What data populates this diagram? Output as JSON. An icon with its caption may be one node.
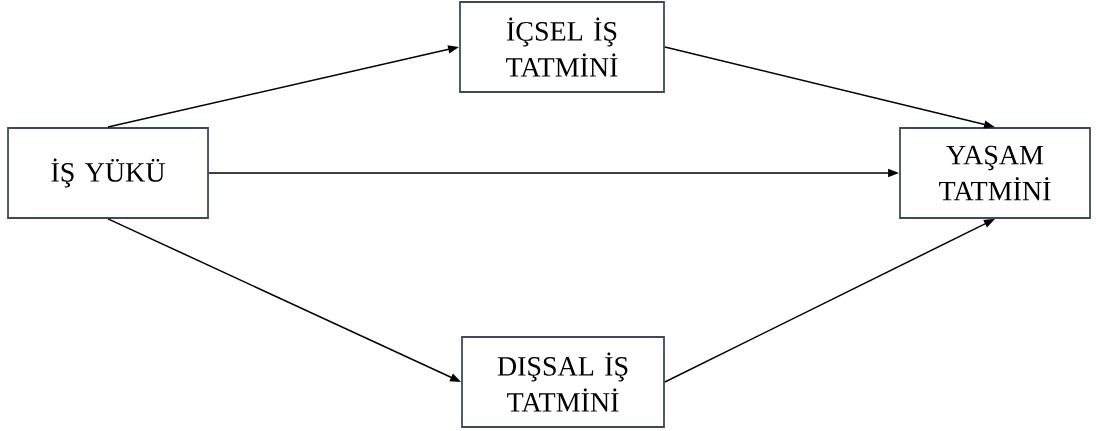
{
  "diagram": {
    "nodes": [
      {
        "text": [
          "İŞ YÜKÜ"
        ]
      },
      {
        "text": [
          "İÇSEL İŞ TATMİNİ"
        ]
      },
      {
        "text": [
          "YAŞAM TATMİNİ"
        ]
      },
      {
        "text": [
          "DIŞSAL İŞ TATMİNİ"
        ]
      }
    ],
    "edges": [
      {
        "from": 0,
        "to": 1,
        "arrow": "to"
      },
      {
        "from": 1,
        "to": 2,
        "arrow": "to"
      },
      {
        "from": 0,
        "to": 2,
        "arrow": "to"
      },
      {
        "from": 0,
        "to": 3,
        "arrow": "to"
      },
      {
        "from": 3,
        "to": 2,
        "arrow": "to"
      }
    ]
  }
}
